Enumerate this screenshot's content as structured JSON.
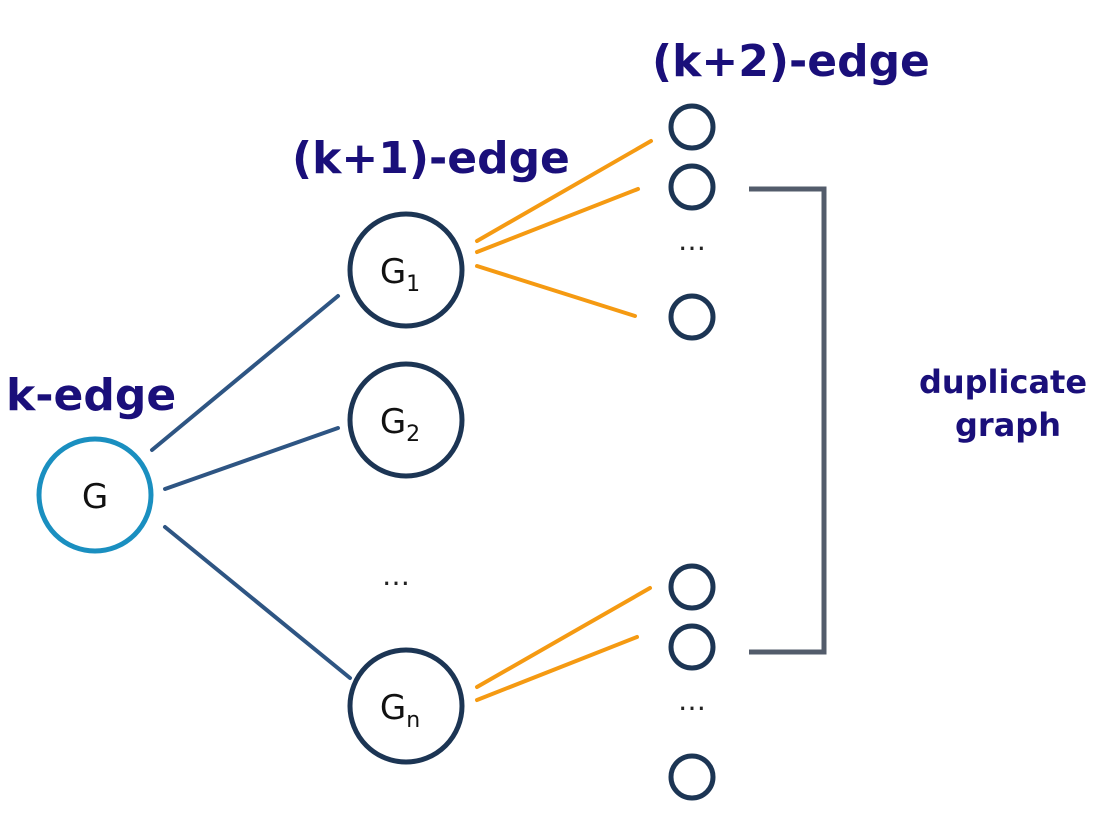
{
  "headings": {
    "k_edge": "k-edge",
    "k1_edge": "(k+1)-edge",
    "k2_edge": "(k+2)-edge",
    "duplicate_line1": "duplicate",
    "duplicate_line2": "graph"
  },
  "nodes": {
    "root": {
      "base": "G"
    },
    "g1": {
      "base": "G",
      "sub": "1"
    },
    "g2": {
      "base": "G",
      "sub": "2"
    },
    "gn": {
      "base": "G",
      "sub": "n"
    }
  },
  "ellipsis": "…",
  "colors": {
    "heading": "#1a0f7a",
    "root_ring": "#1a8fc0",
    "node_ring": "#1c3554",
    "tree_edge": "#2e5583",
    "expansion_edge": "#f59a12",
    "bracket": "#535c6b"
  }
}
